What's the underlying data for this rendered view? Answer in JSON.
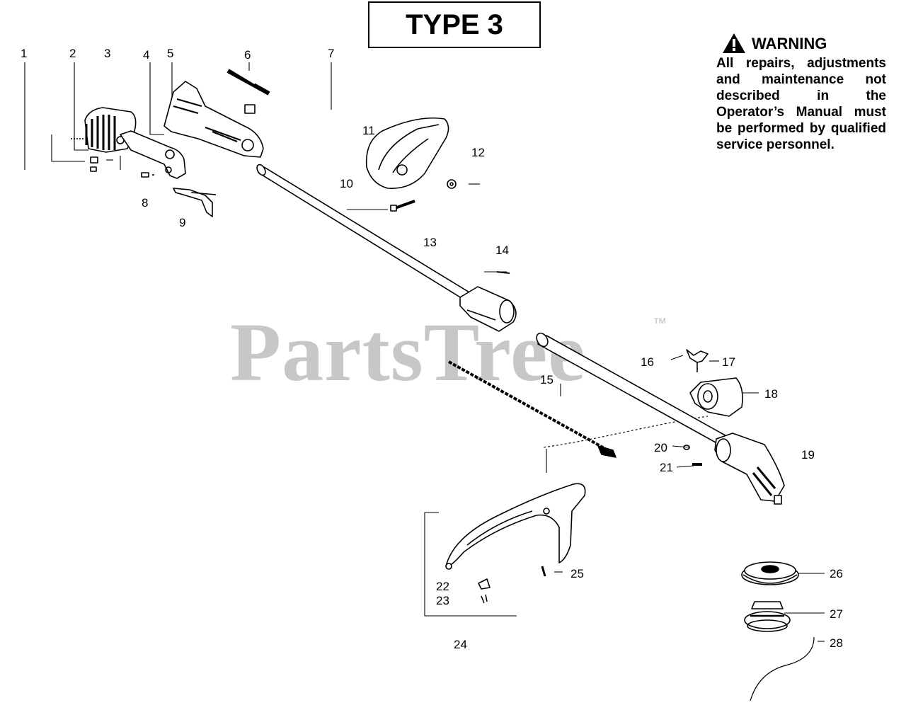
{
  "diagram": {
    "type_label": "TYPE 3",
    "warning": {
      "title": "WARNING",
      "text": "All repairs, adjustments and maintenance not described in the Operator’s Manual must be performed by qualified service personnel."
    },
    "watermark": "PartsTree",
    "watermark_mark": "™",
    "callouts": [
      "1",
      "2",
      "3",
      "4",
      "5",
      "6",
      "7",
      "8",
      "9",
      "10",
      "11",
      "12",
      "13",
      "14",
      "15",
      "16",
      "17",
      "18",
      "19",
      "20",
      "21",
      "22",
      "23",
      "24",
      "25",
      "26",
      "27",
      "28"
    ]
  }
}
